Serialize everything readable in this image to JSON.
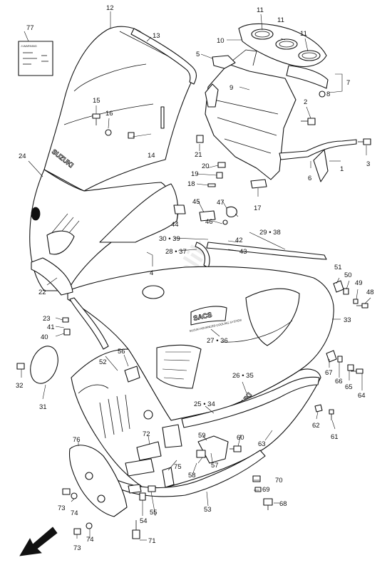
{
  "labels": {
    "l1": "1",
    "l2": "2",
    "l3": "3",
    "l4": "4",
    "l5": "5",
    "l6": "6",
    "l7": "7",
    "l8": "8",
    "l9": "9",
    "l10": "10",
    "l11a": "11",
    "l11b": "11",
    "l11c": "11",
    "l12": "12",
    "l13": "13",
    "l14": "14",
    "l15": "15",
    "l16": "16",
    "l17": "17",
    "l18": "18",
    "l19": "19",
    "l20": "20",
    "l21": "21",
    "l22": "22",
    "l23": "23",
    "l24": "24",
    "l25_34": "25 • 34",
    "l26_35": "26 • 35",
    "l27_36": "27 • 36",
    "l28_37": "28 • 37",
    "l29_38": "29 • 38",
    "l30_39": "30 • 39",
    "l31": "31",
    "l32": "32",
    "l33": "33",
    "l40": "40",
    "l41": "41",
    "l42": "42",
    "l43": "43",
    "l44": "44",
    "l45": "45",
    "l46": "46",
    "l47": "47",
    "l48": "48",
    "l49": "49",
    "l50": "50",
    "l51": "51",
    "l52": "52",
    "l53": "53",
    "l54": "54",
    "l55": "55",
    "l56": "56",
    "l57": "57",
    "l58": "58",
    "l59": "59",
    "l60": "60",
    "l61": "61",
    "l62": "62",
    "l63": "63",
    "l64": "64",
    "l65": "65",
    "l66": "66",
    "l67": "67",
    "l68": "68",
    "l69": "69",
    "l70": "70",
    "l71": "71",
    "l72": "72",
    "l73a": "73",
    "l73b": "73",
    "l74a": "74",
    "l74b": "74",
    "l75": "75",
    "l76": "76",
    "l77": "77"
  },
  "branding": {
    "windscreen_logo": "SUZUKI",
    "side_logo": "SUZUKI",
    "sacs_badge": "SACS",
    "sacs_subtext": "SUZUKI ADVANCED COOLING SYSTEM"
  },
  "warning_label": "⚠WARNING",
  "watermark": "PartsRepublik",
  "icons": {
    "front_arrow": "arrow-down-left-icon"
  }
}
